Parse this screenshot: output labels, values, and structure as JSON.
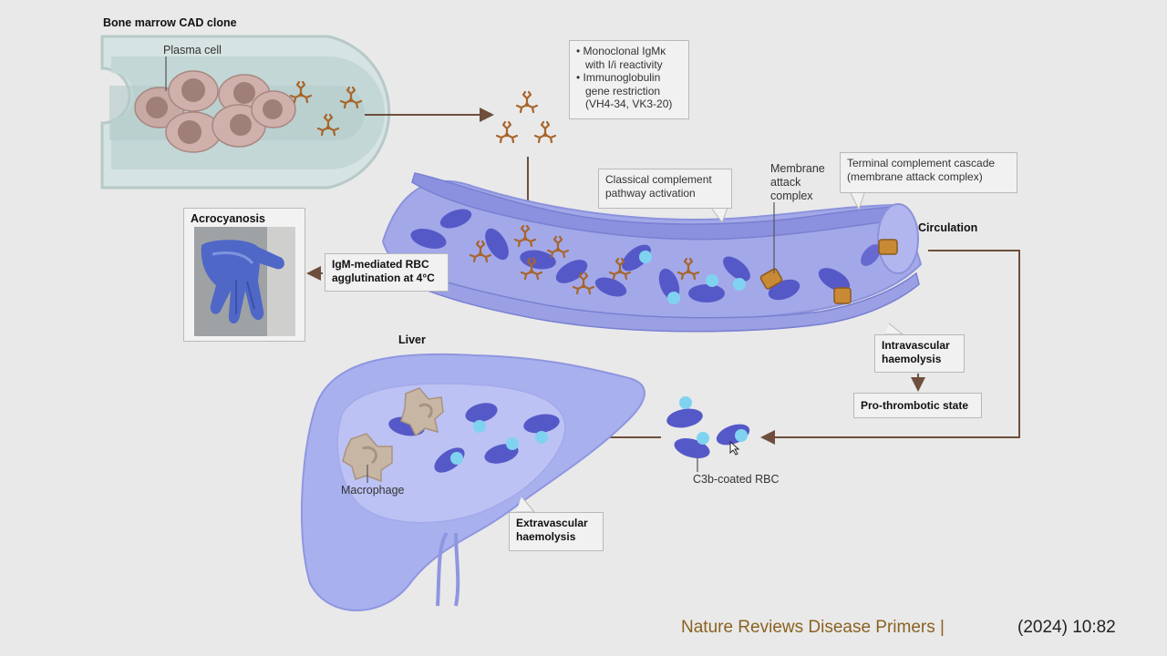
{
  "labels": {
    "bone_marrow": "Bone marrow CAD clone",
    "plasma_cell": "Plasma cell",
    "acrocyanosis": "Acrocyanosis",
    "circulation": "Circulation",
    "liver": "Liver",
    "macrophage": "Macrophage",
    "c3b_rbc": "C3b-coated RBC",
    "membrane_attack": [
      "Membrane",
      "attack",
      "complex"
    ]
  },
  "boxes": {
    "monoclonal": [
      "• Monoclonal IgMκ",
      "  with I/i reactivity",
      "• Immunoglobulin",
      "  gene restriction",
      "  (VH4-34, VK3-20)"
    ],
    "classical": [
      "Classical complement",
      "pathway activation"
    ],
    "terminal": [
      "Terminal complement cascade",
      "(membrane attack complex)"
    ],
    "igm_agglutination": [
      "IgM-mediated RBC",
      "agglutination at 4°C"
    ],
    "intravascular": [
      "Intravascular",
      "haemolysis"
    ],
    "prothrombotic": "Pro-thrombotic state",
    "extravascular": [
      "Extravascular",
      "haemolysis"
    ]
  },
  "footer": {
    "journal": "Nature Reviews Disease Primers |",
    "citation": "(2024) 10:82"
  },
  "colors": {
    "background": "#e9e9e9",
    "vessel": "#9aa0e3",
    "vessel_dark": "#7c82d6",
    "rbc": "#5559c8",
    "complement": "#7fd3f0",
    "antibody": "#a8652a",
    "liver": "#a9b0ee",
    "marrow_tube": "#cfe0e0",
    "plasma_cell": "#c9a9a4",
    "macrophage": "#c8b6a4",
    "arrow": "#6e4e3c",
    "journal": "#8a6221"
  }
}
